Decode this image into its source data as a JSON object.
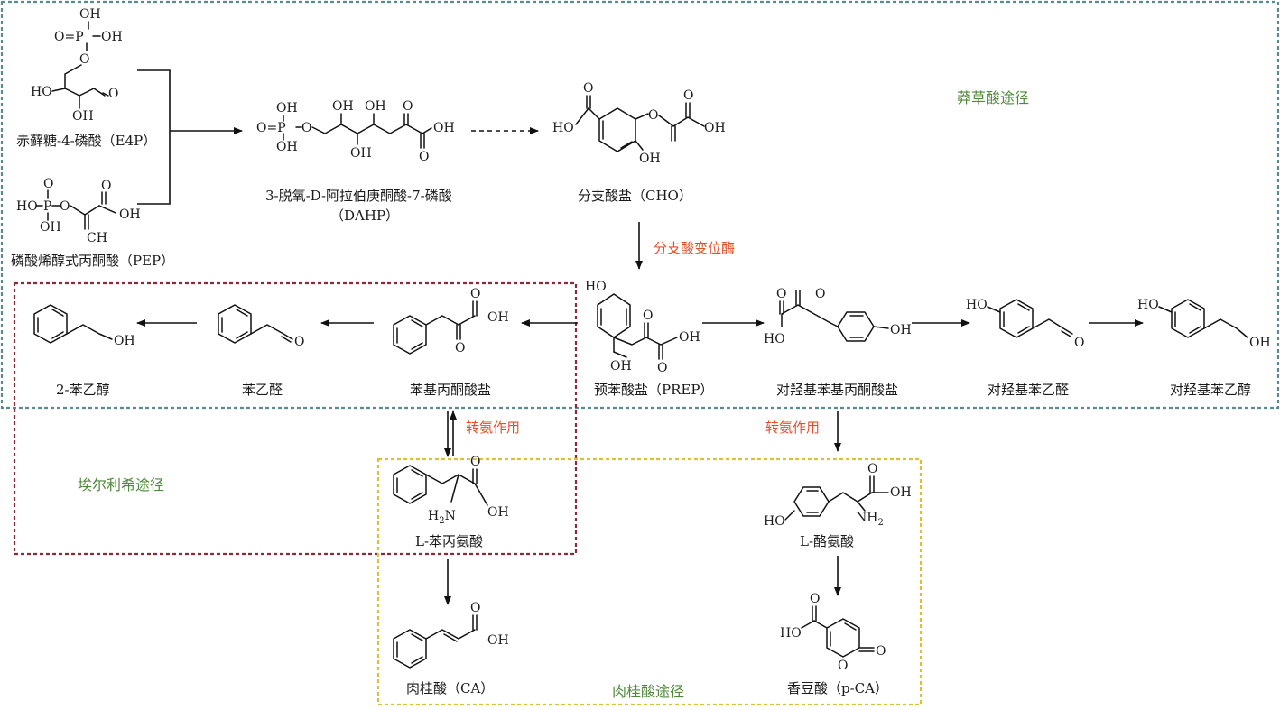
{
  "regions": {
    "shikimate": {
      "label": "莽草酸途径",
      "color": "#5b8a8f"
    },
    "ehrlich": {
      "label": "埃尔利希途径",
      "color": "#8b2a3a"
    },
    "cinnamate": {
      "label": "肉桂酸途径",
      "color": "#d9c23a"
    }
  },
  "enzymes": {
    "chorismate_mutase": "分支酸变位酶",
    "transamination_left": "转氨作用",
    "transamination_right": "转氨作用"
  },
  "compounds": {
    "e4p": "赤藓糖-4-磷酸（E4P）",
    "pep": "磷酸烯醇式丙酮酸（PEP）",
    "dahp_line1": "3-脱氧-D-阿拉伯庚酮酸-7-磷酸",
    "dahp_line2": "（DAHP）",
    "cho": "分支酸盐（CHO）",
    "prep": "预苯酸盐（PREP）",
    "phenylpyruvate": "苯基丙酮酸盐",
    "phenylacetaldehyde": "苯乙醛",
    "phenylethanol": "2-苯乙醇",
    "hpp": "对羟基苯基丙酮酸盐",
    "hpaa": "对羟基苯乙醛",
    "tyrosol": "对羟基苯乙醇",
    "phe": "L-苯丙氨酸",
    "tyr": "L-酪氨酸",
    "ca": "肉桂酸（CA）",
    "pca": "香豆酸（p-CA）"
  },
  "atoms": {
    "oh": "OH",
    "ho": "HO",
    "o": "O",
    "p": "P",
    "opo": "O=P",
    "nh2": "NH",
    "h2n": "H",
    "ch2": "CH"
  }
}
